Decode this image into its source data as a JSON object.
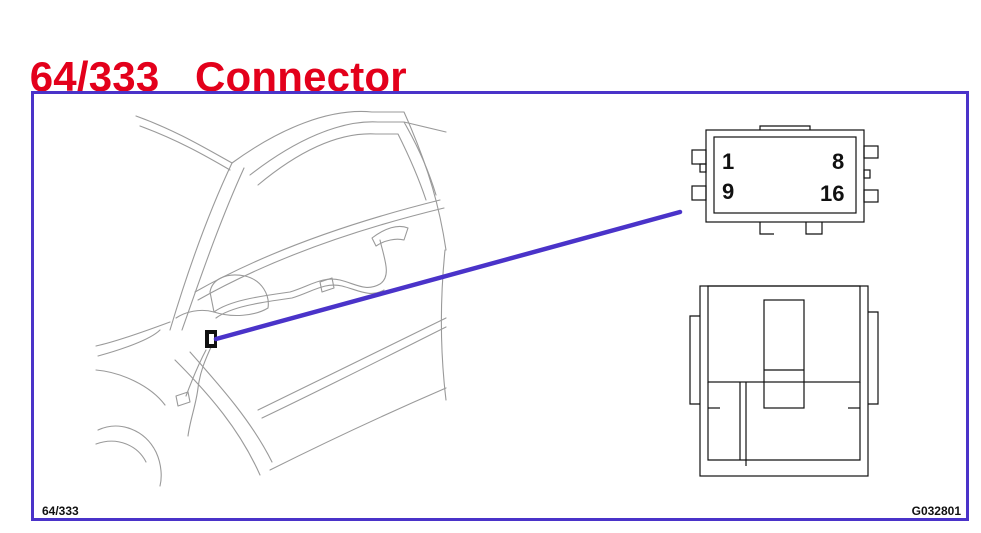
{
  "title": {
    "code": "64/333",
    "name": "Connector",
    "color": "#e3001b"
  },
  "frame": {
    "border_color": "#4a33c9",
    "ref_left": "64/333",
    "ref_right": "G032801"
  },
  "connector_face": {
    "pins": {
      "top_left": "1",
      "top_right": "8",
      "bottom_left": "9",
      "bottom_right": "16"
    }
  },
  "leader_line": {
    "color": "#4a33c9"
  }
}
